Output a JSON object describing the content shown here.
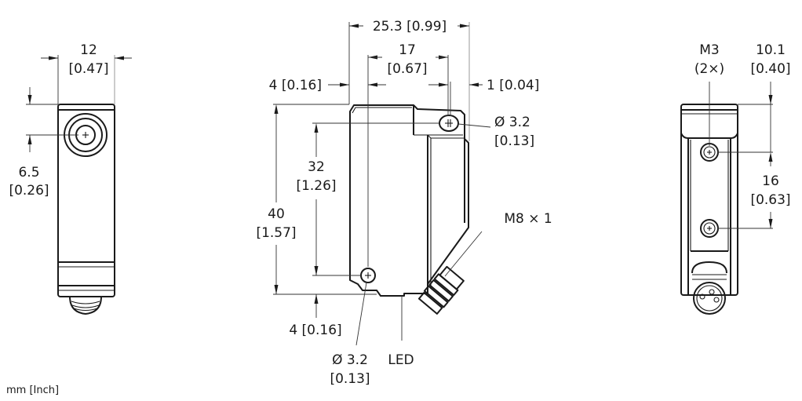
{
  "units_label": "mm [Inch]",
  "front_view": {
    "width": {
      "mm": "12",
      "inch": "[0.47]"
    },
    "lens_offset": {
      "mm": "6.5",
      "inch": "[0.26]"
    }
  },
  "side_view": {
    "overall_width": {
      "text": "25.3 [0.99]"
    },
    "hole_spacing_h": {
      "mm": "17",
      "inch": "[0.67]"
    },
    "left_offset": {
      "text": "4 [0.16]"
    },
    "right_offset": {
      "text": "1 [0.04]"
    },
    "top_hole_diameter": {
      "mm": "Ø 3.2",
      "inch": "[0.13]"
    },
    "hole_spacing_v": {
      "mm": "32",
      "inch": "[1.26]"
    },
    "overall_height": {
      "mm": "40",
      "inch": "[1.57]"
    },
    "bottom_offset": {
      "text": "4 [0.16]"
    },
    "bottom_hole_diameter": {
      "mm": "Ø 3.2",
      "inch": "[0.13]"
    },
    "led_label": "LED",
    "connector_label": "M8 × 1"
  },
  "back_view": {
    "thread": {
      "label": "M3",
      "count": "(2×)"
    },
    "top_offset": {
      "mm": "10.1",
      "inch": "[0.40]"
    },
    "hole_spacing": {
      "mm": "16",
      "inch": "[0.63]"
    }
  }
}
